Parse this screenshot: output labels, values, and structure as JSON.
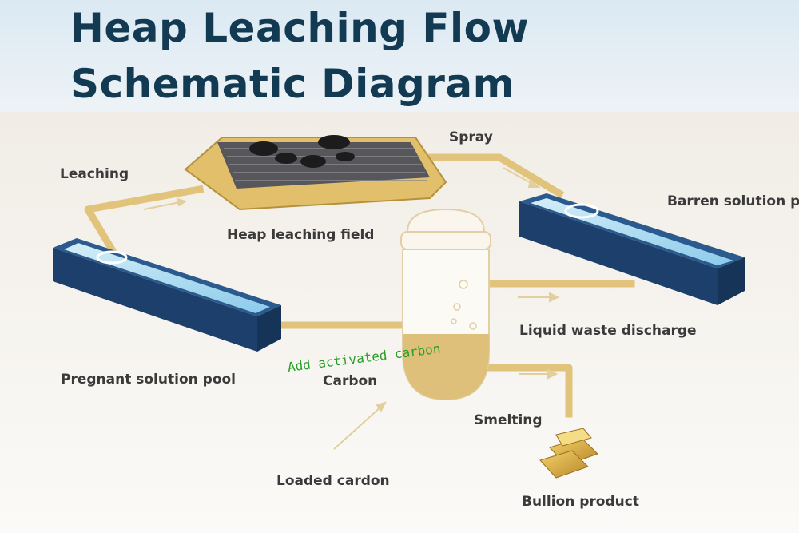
{
  "title": {
    "line1": "Heap Leaching Flow",
    "line2": "Schematic Diagram"
  },
  "labels": {
    "leaching": "Leaching",
    "spray": "Spray",
    "barren_pool": "Barren solution po",
    "heap_field": "Heap leaching field",
    "pregnant_pool": "Pregnant solution pool",
    "add_carbon": "Add activated carbon",
    "carbon": "Carbon",
    "liquid_waste": "Liquid waste discharge",
    "smelting": "Smelting",
    "loaded_carbon": "Loaded cardon",
    "bullion": "Bullion product"
  },
  "colors": {
    "title": "#123a52",
    "pipe": "#e1c37c",
    "pool_frame": "#1f4a7a",
    "water": "#9fd3ee",
    "annotation": "#2a9d2a"
  }
}
